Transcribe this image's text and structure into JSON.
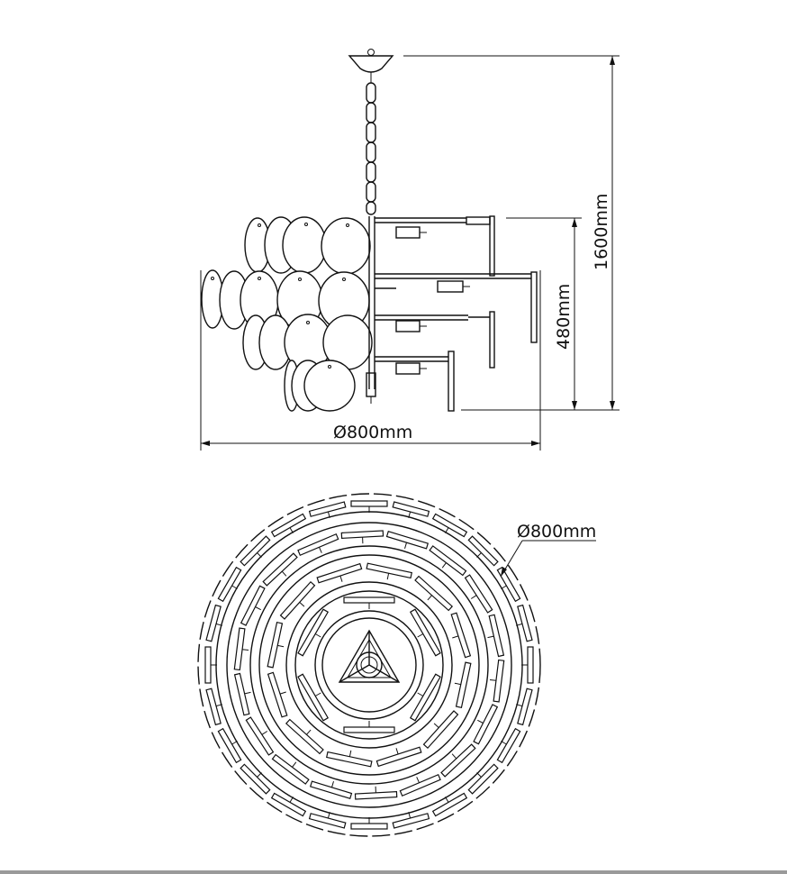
{
  "dimensions": {
    "overall_height": "1600mm",
    "body_height": "480mm",
    "side_diameter": "Ø800mm",
    "top_diameter": "Ø800mm"
  }
}
